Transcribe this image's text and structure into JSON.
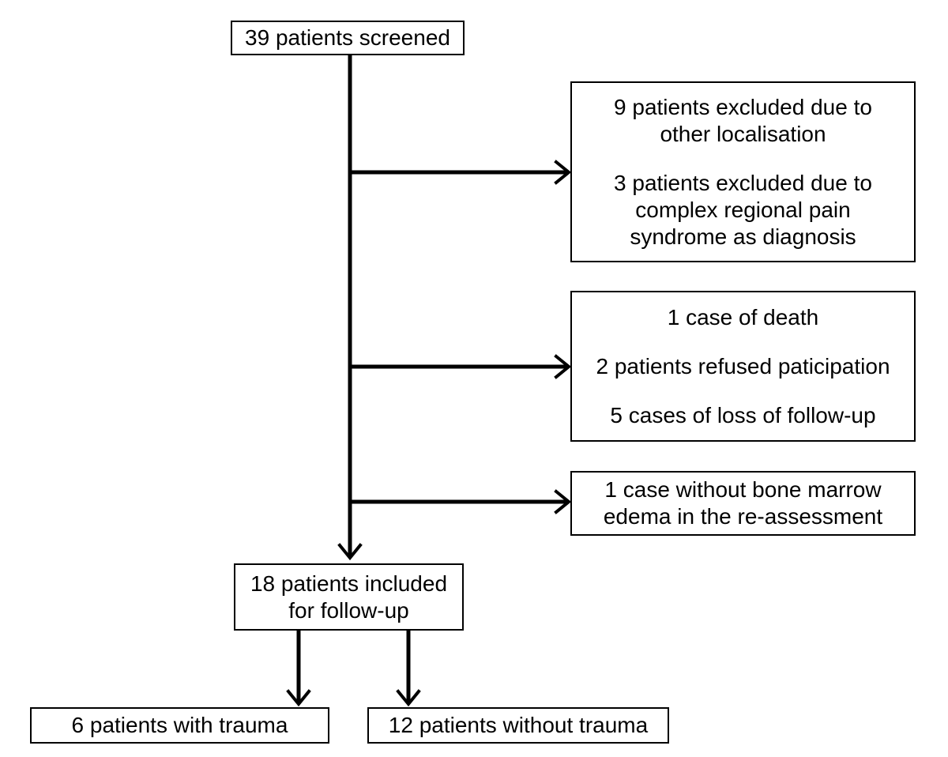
{
  "flow": {
    "screened": "39 patients screened",
    "exclusion1": {
      "line1": "9 patients excluded due to",
      "line2": "other localisation",
      "line3": "3 patients excluded due to",
      "line4": "complex regional pain",
      "line5": "syndrome as diagnosis"
    },
    "exclusion2": {
      "line1": "1 case of death",
      "line2": "2 patients refused paticipation",
      "line3": "5 cases of loss of follow-up"
    },
    "exclusion3": {
      "line1": "1 case without bone marrow",
      "line2": "edema in the re-assessment"
    },
    "included": {
      "line1": "18 patients included",
      "line2": "for follow-up"
    },
    "with_trauma": "6 patients with trauma",
    "without_trauma": "12 patients without trauma"
  }
}
